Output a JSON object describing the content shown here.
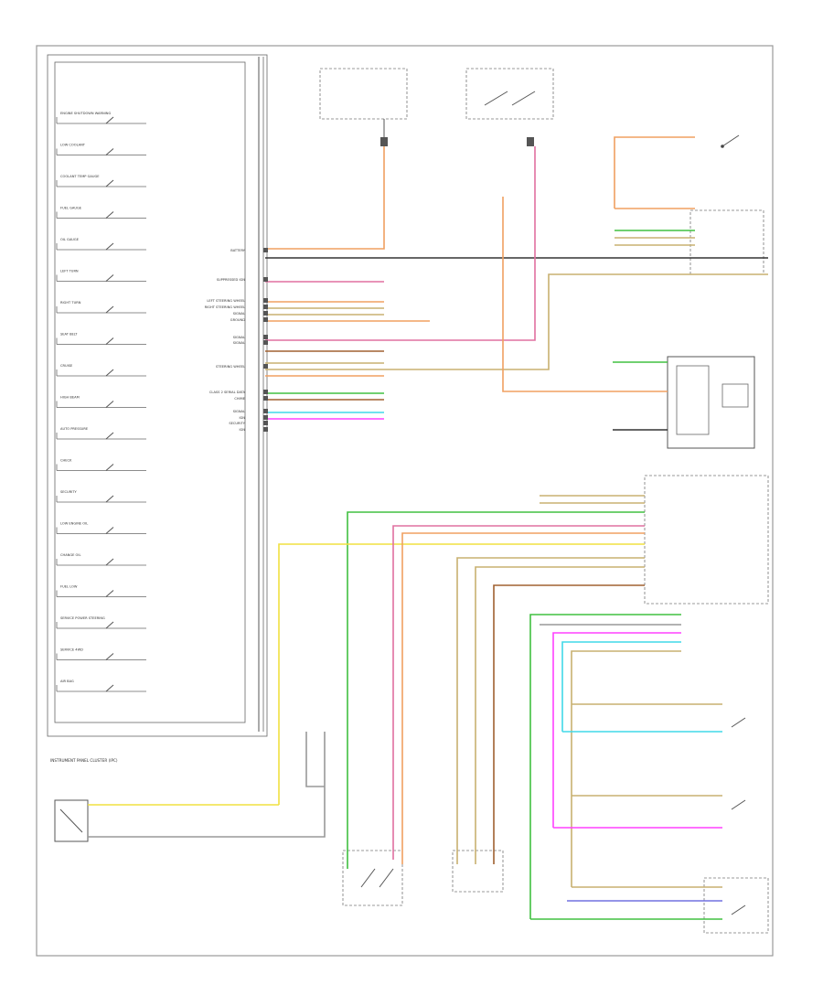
{
  "title_block": {
    "cluster_name": "INSTRUMENT PANEL CLUSTER (IPC)"
  },
  "cluster_indicators": [
    "ENGINE SHUTDOWN WARNING",
    "LOW COOLANT",
    "COOLANT TEMP GAUGE",
    "FUEL GAUGE",
    "OIL GAUGE",
    "LEFT TURN",
    "RIGHT TURN",
    "SEAT BELT",
    "CRUISE",
    "HIGH BEAM",
    "AUTO PRESSURE",
    "CHECK",
    "SECURITY",
    "LOW ENGINE OIL",
    "CHANGE OIL",
    "FUEL LOW",
    "SERVICE POWER STEERING",
    "SERVICE 4WD",
    "AIR BAG"
  ],
  "cluster_pins": [
    "BATTERY",
    "SUPPRESSED IGN",
    "LEFT STEERING WHEEL",
    "RIGHT STEERING WHEEL",
    "SIGNAL",
    "GROUND",
    "SIGNAL",
    "SIGNAL",
    "STEERING WHEEL",
    "CLASS 2 SERIAL DATA",
    "CHIME",
    "SIGNAL",
    "IGN",
    "SECURITY",
    "IGN"
  ],
  "colors": {
    "orange": "#f0a060",
    "pink": "#e070a0",
    "green": "#40c040",
    "yellow": "#f0e040",
    "cyan": "#40d8e8",
    "magenta": "#ff40ff",
    "tan": "#c8b070",
    "brown": "#a06030",
    "violet": "#7070e0",
    "gray": "#999999",
    "red": "#e04040",
    "black": "#333333"
  }
}
